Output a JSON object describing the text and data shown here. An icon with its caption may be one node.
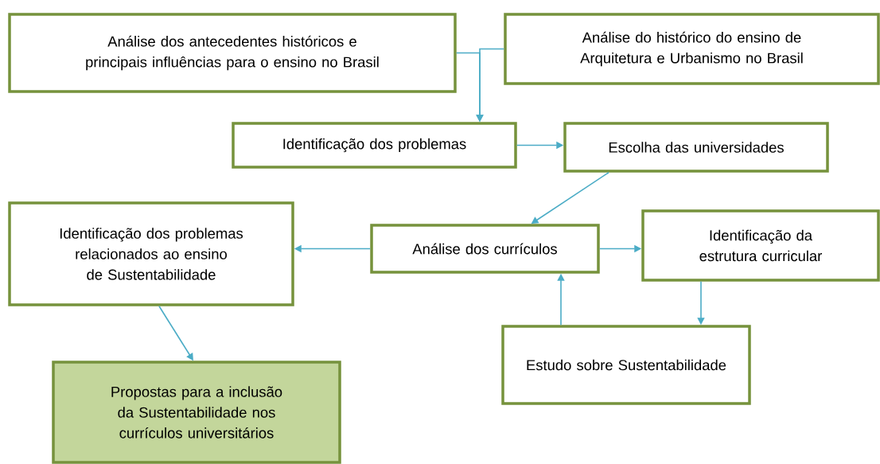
{
  "diagram": {
    "nodes": [
      {
        "text": [
          "Análise dos antecedentes históricos e principais influências para o ensino no Brasil"
        ]
      },
      {
        "text": [
          "Análise do histórico do ensino de Arquitetura e Urbanismo no Brasil"
        ]
      },
      {
        "text": [
          "Identificação dos problemas"
        ]
      },
      {
        "text": [
          "Escolha das universidades"
        ]
      },
      {
        "text": [
          "Identificação dos problemas relacionados ao ensino de Sustentabilidade"
        ]
      },
      {
        "text": [
          "Análise dos currículos"
        ]
      },
      {
        "text": [
          "Identificação da estrutura curricular"
        ]
      },
      {
        "text": [
          "Estudo sobre Sustentabilidade"
        ]
      },
      {
        "text": [
          "Propostas para a inclusão da Sustentabilidade nos currículos universitários"
        ]
      }
    ],
    "edges": [
      {
        "from": 0,
        "to": 2,
        "arrow": "to"
      },
      {
        "from": 1,
        "to": 2,
        "arrow": "to"
      },
      {
        "from": 2,
        "to": 3,
        "arrow": "to"
      },
      {
        "from": 3,
        "to": 5,
        "arrow": "to"
      },
      {
        "from": 5,
        "to": 4,
        "arrow": "to"
      },
      {
        "from": 5,
        "to": 6,
        "arrow": "to"
      },
      {
        "from": 6,
        "to": 7,
        "arrow": "to"
      },
      {
        "from": 7,
        "to": 5,
        "arrow": "to"
      },
      {
        "from": 4,
        "to": 8,
        "arrow": "to"
      }
    ]
  }
}
